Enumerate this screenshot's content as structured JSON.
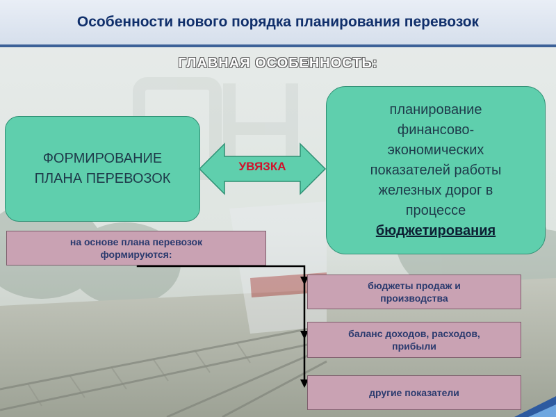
{
  "header": {
    "title": "Особенности нового порядка планирования перевозок"
  },
  "subtitle": "ГЛАВНАЯ ОСОБЕННОСТЬ:",
  "left_box": {
    "line1": "ФОРМИРОВАНИЕ",
    "line2": "ПЛАНА ПЕРЕВОЗОК"
  },
  "link_label": "УВЯЗКА",
  "right_box": {
    "lines": [
      "планирование",
      "финансово-",
      "экономических",
      "показателей работы",
      "железных дорог в",
      "процессе"
    ],
    "emphasis": "бюджетирования"
  },
  "base_box": {
    "line1": "на основе плана перевозок",
    "line2": "формируются:"
  },
  "outputs": [
    {
      "line1": "бюджеты продаж и",
      "line2": "производства"
    },
    {
      "line1": "баланс доходов, расходов,",
      "line2": "прибыли"
    },
    {
      "line1": "другие показатели",
      "line2": ""
    }
  ],
  "colors": {
    "accent_green": "#5fcfad",
    "box_mauve": "#c9a2b3",
    "header_text": "#102f6b",
    "link_red": "#d0122b"
  }
}
